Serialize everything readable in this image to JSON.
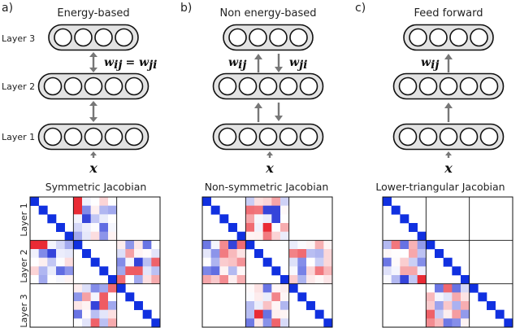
{
  "panels": [
    {
      "letter": "a)",
      "title": "Energy-based",
      "layer_labels": [
        "Layer 3",
        "Layer 2",
        "Layer 1"
      ],
      "weight_label": "w",
      "weight_subscript": "ij",
      "weight_eq": "= w",
      "weight_eq_subscript": "ji",
      "input_label": "x",
      "jacobian_title": "Symmetric Jacobian",
      "jacobian_layer_labels": [
        "Layer 1",
        "Layer 2",
        "Layer 3"
      ]
    },
    {
      "letter": "b)",
      "title": "Non energy-based",
      "weight_left": "w",
      "weight_left_subscript": "ij",
      "weight_right": "w",
      "weight_right_subscript": "ji",
      "input_label": "x",
      "jacobian_title": "Non-symmetric Jacobian"
    },
    {
      "letter": "c)",
      "title": "Feed forward",
      "weight_label": "w",
      "weight_subscript": "ij",
      "input_label": "x",
      "jacobian_title": "Lower-triangular Jacobian"
    }
  ],
  "colors": {
    "diagonal": "#1030e0",
    "positive": "#e8202a",
    "negative": "#2a3ad8",
    "pill_fill": "#e3e3e3",
    "arrow": "#777777"
  },
  "jacobian": {
    "blocks": 3,
    "units_per_layer": 5
  }
}
